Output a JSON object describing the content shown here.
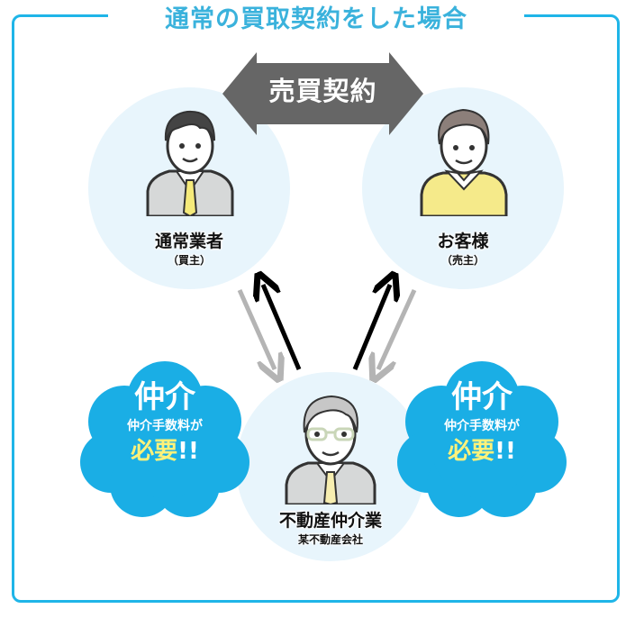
{
  "title": "通常の買取契約をした場合",
  "contract": {
    "label": "売買契約"
  },
  "parties": {
    "buyer": {
      "name": "通常業者",
      "role": "（買主）"
    },
    "seller": {
      "name": "お客様",
      "role": "（売主）"
    },
    "broker": {
      "name": "不動産仲介業",
      "role": "某不動産会社"
    }
  },
  "clouds": [
    {
      "heading": "仲介",
      "text": "仲介手数料が",
      "need": "必要",
      "exclaim": "!!"
    },
    {
      "heading": "仲介",
      "text": "仲介手数料が",
      "need": "必要",
      "exclaim": "!!"
    }
  ],
  "colors": {
    "frame": "#1fb5e8",
    "title": "#3ab2dc",
    "circle_bg": "#e8f5fc",
    "cloud": "#1aaee5",
    "contract_arrow": "#666666",
    "highlight": "#fff27a",
    "arrow_up": "#000000",
    "arrow_down": "#b4b4b4"
  }
}
